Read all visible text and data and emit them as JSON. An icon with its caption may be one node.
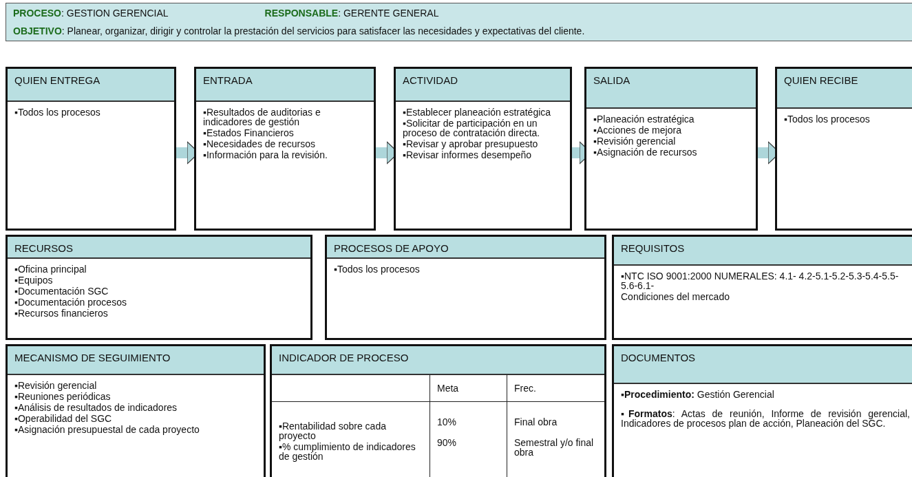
{
  "diagram": {
    "nodes": [
      {
        "text": [
          "**PROCESO**: GESTION GERENCIAL",
          "**RESPONSABLE**: GERENTE GENERAL",
          "**OBJETIVO**: Planear, organizar, dirigir y controlar la prestación del servicios para satisfacer las necesidades y expectativas del cliente."
        ]
      },
      {
        "text": [
          "QUIEN ENTREGA",
          "▪Todos los procesos"
        ]
      },
      {
        "text": [
          "ENTRADA",
          "▪Resultados de auditorias e indicadores de gestión",
          "▪Estados Financieros",
          "▪Necesidades de recursos",
          "▪Información para la revisión."
        ]
      },
      {
        "text": [
          "ACTIVIDAD",
          "▪Establecer planeación estratégica",
          "▪Solicitar de participación en un proceso de contratación directa.",
          "▪Revisar y aprobar presupuesto",
          "▪Revisar informes desempeño"
        ]
      },
      {
        "text": [
          "SALIDA",
          "▪Planeación estratégica",
          "▪Acciones de mejora",
          "▪Revisión gerencial",
          "▪Asignación de recursos"
        ]
      },
      {
        "text": [
          "QUIEN RECIBE",
          "▪Todos los procesos"
        ]
      },
      {
        "text": [
          "RECURSOS",
          "▪Oficina principal",
          "▪Equipos",
          "▪Documentación SGC",
          "▪Documentación procesos",
          "▪Recursos financieros"
        ]
      },
      {
        "text": [
          "PROCESOS  DE APOYO",
          "▪Todos los procesos"
        ]
      },
      {
        "text": [
          "REQUISITOS",
          "▪NTC ISO 9001:2000 NUMERALES: 4.1- 4.2-5.1-5.2-5.3-5.4-5.5-5.6-6.1-",
          "Condiciones del mercado"
        ]
      },
      {
        "text": [
          "MECANISMO DE SEGUIMIENTO",
          "▪Revisión gerencial",
          "▪Reuniones periódicas",
          "▪Análisis de resultados de indicadores",
          "▪Operabilidad del SGC",
          "▪Asignación presupuestal de cada proyecto"
        ]
      },
      {
        "text": [
          "INDICADOR DE PROCESO",
          "Meta",
          "Frec.",
          "▪Rentabilidad  sobre cada  proyecto",
          "10%",
          "Final obra",
          "▪% cumplimiento de indicadores de gestión",
          "90%",
          "Semestral y/o final obra"
        ]
      },
      {
        "text": [
          "DOCUMENTOS",
          "▪**Procedimiento:** Gestión Gerencial",
          "▪**Formatos**: Actas de reunión, Informe de revisión gerencial, Indicadores de procesos plan de acción, Planeación del SGC."
        ]
      }
    ],
    "edges": [
      {
        "from": 1,
        "to": 2,
        "arrow": "to"
      },
      {
        "from": 2,
        "to": 3,
        "arrow": "to"
      },
      {
        "from": 3,
        "to": 4,
        "arrow": "to"
      },
      {
        "from": 4,
        "to": 5,
        "arrow": "to"
      }
    ]
  }
}
